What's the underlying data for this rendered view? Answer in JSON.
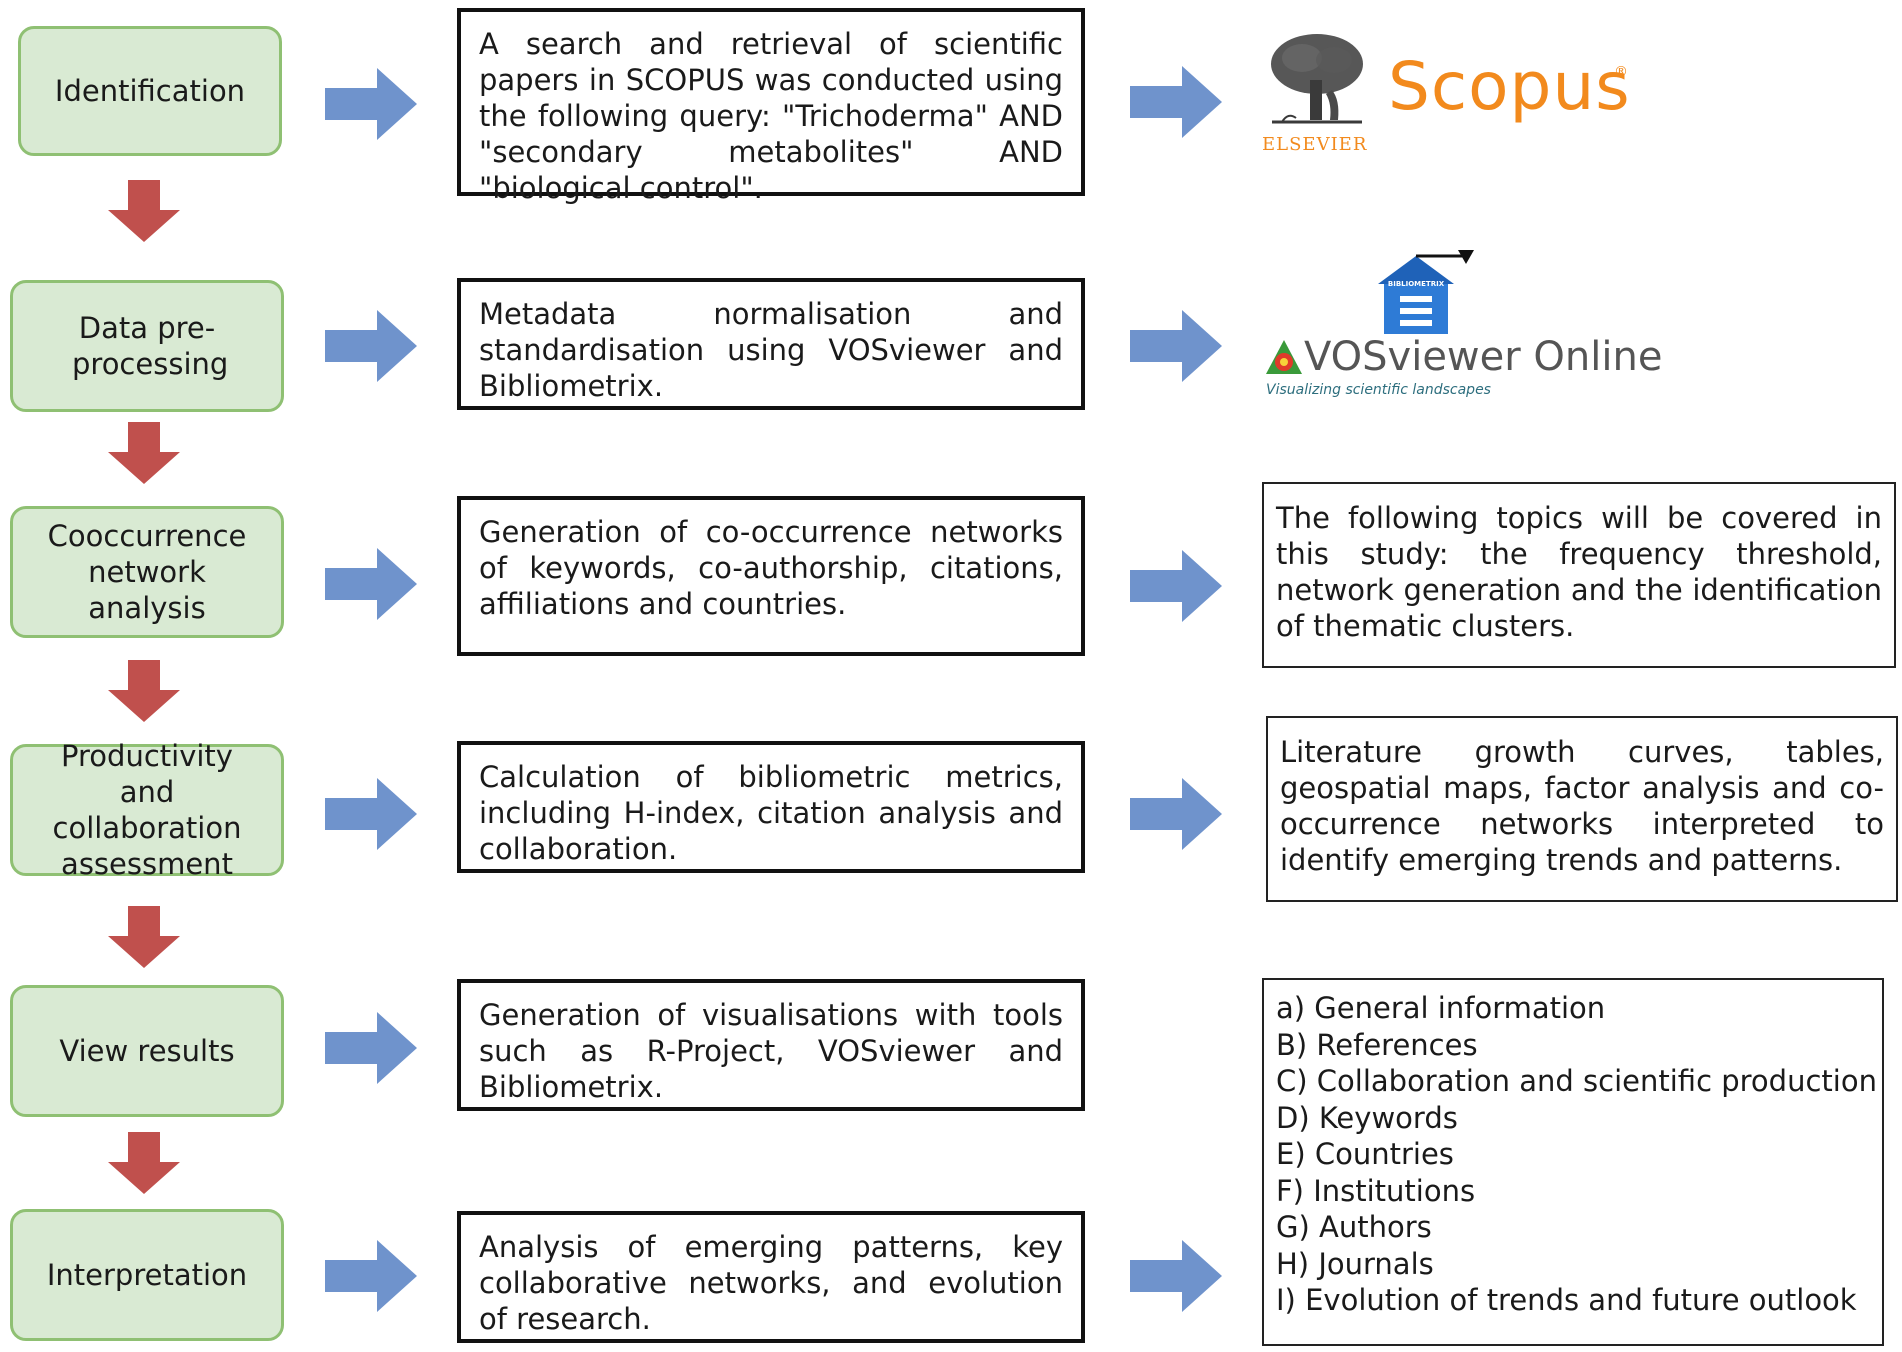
{
  "steps": [
    {
      "label": "Identification"
    },
    {
      "label": "Data pre-processing"
    },
    {
      "label": "Cooccurrence network analysis"
    },
    {
      "label": "Productivity and collaboration assessment"
    },
    {
      "label": "View results"
    },
    {
      "label": "Interpretation"
    }
  ],
  "descriptions": [
    "A search and retrieval of scientific papers in SCOPUS was conducted using the following query: \"Trichoderma\" AND \"secondary metabolites\" AND \"biological control\".",
    "Metadata normalisation and standardisation using VOSviewer and Bibliometrix.",
    "Generation of co-occurrence networks of keywords, co-authorship, citations, affiliations and countries.",
    "Calculation of bibliometric metrics, including H-index, citation analysis and collaboration.",
    "Generation of visualisations with tools such as R-Project, VOSviewer and Bibliometrix.",
    "Analysis of emerging patterns, key collaborative networks, and evolution of research."
  ],
  "logos": {
    "scopus": {
      "word": "Scopus",
      "registered": "®",
      "publisher": "ELSEVIER"
    },
    "vosviewer": {
      "badge": "BIBLIOMETRIX",
      "word": "VOSviewer Online",
      "tagline": "Visualizing scientific landscapes"
    }
  },
  "outputs": {
    "cooccurrence": "The following topics will be covered in this study: the frequency threshold, network generation and the identification of thematic clusters.",
    "productivity": "Literature growth curves, tables, geospatial maps, factor analysis and co-occurrence networks interpreted to identify emerging trends and patterns.",
    "results_list": [
      "a) General information",
      "B) References",
      "C) Collaboration and scientific production",
      "D) Keywords",
      "E) Countries",
      "F) Institutions",
      "G) Authors",
      "H) Journals",
      "I) Evolution of trends and future outlook"
    ]
  },
  "colors": {
    "step_fill": "#d9ead3",
    "step_border": "#8fc073",
    "down_arrow": "#c0504d",
    "right_arrow": "#6f93cc",
    "scopus_orange": "#f28a1d"
  }
}
